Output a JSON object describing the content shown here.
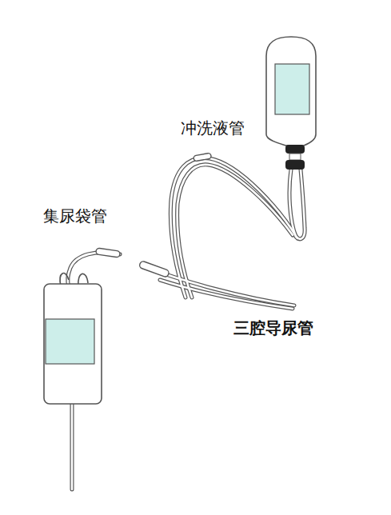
{
  "diagram": {
    "labels": [
      "冲洗液管",
      "集尿袋管",
      "三腔导尿管"
    ]
  }
}
